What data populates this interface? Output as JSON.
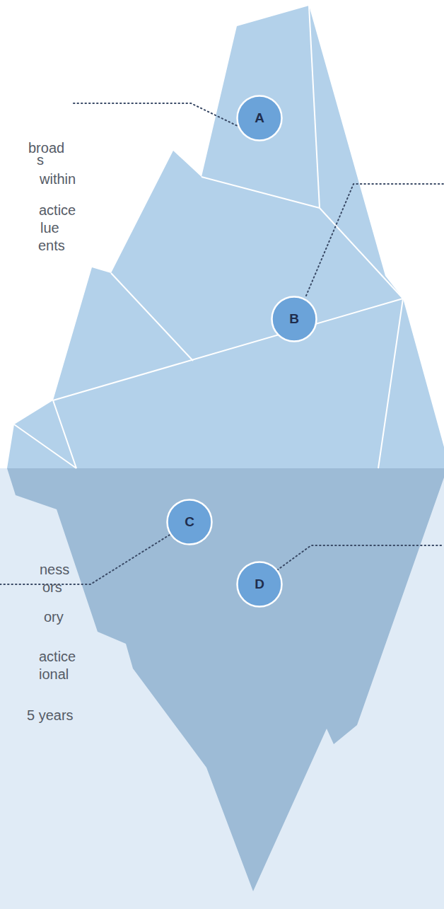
{
  "diagram": {
    "nodes": [
      {
        "text": [
          "A"
        ]
      },
      {
        "text": [
          "B"
        ]
      },
      {
        "text": [
          "C"
        ]
      },
      {
        "text": [
          "D"
        ]
      }
    ],
    "labels": [
      "broad",
      "s",
      "within",
      "actice",
      "lue",
      "ents",
      "ness",
      "ors",
      "ory",
      "actice",
      "ional",
      "5 years"
    ]
  }
}
